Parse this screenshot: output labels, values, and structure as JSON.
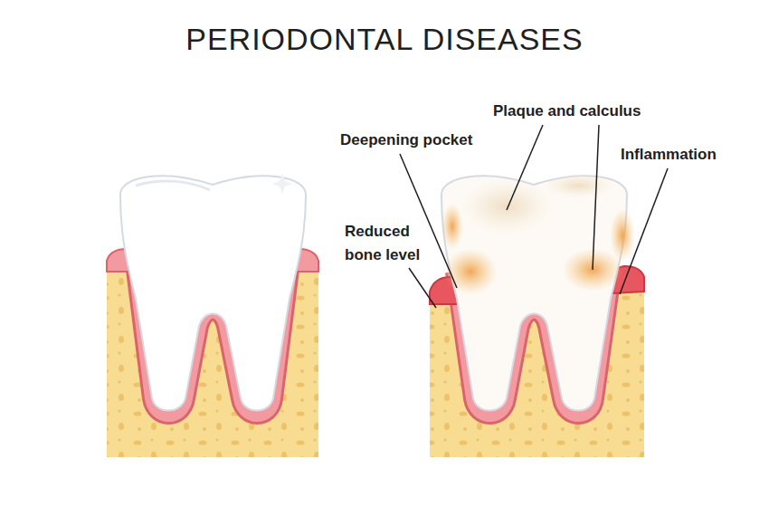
{
  "diagram": {
    "title": "PERIODONTAL DISEASES",
    "labels": [
      "Plaque and calculus",
      "Deepening pocket",
      "Inflammation",
      "Reduced bone level"
    ]
  }
}
